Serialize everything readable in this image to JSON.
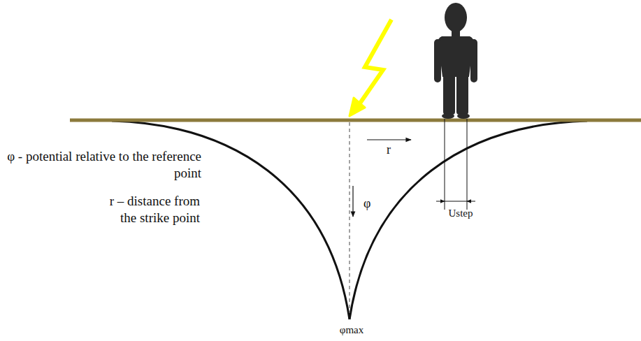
{
  "diagram": {
    "labels": [
      "φ - potential relative to the reference point",
      "r – distance from the strike point",
      "r",
      "φ",
      "Ustep",
      "φmax"
    ]
  }
}
